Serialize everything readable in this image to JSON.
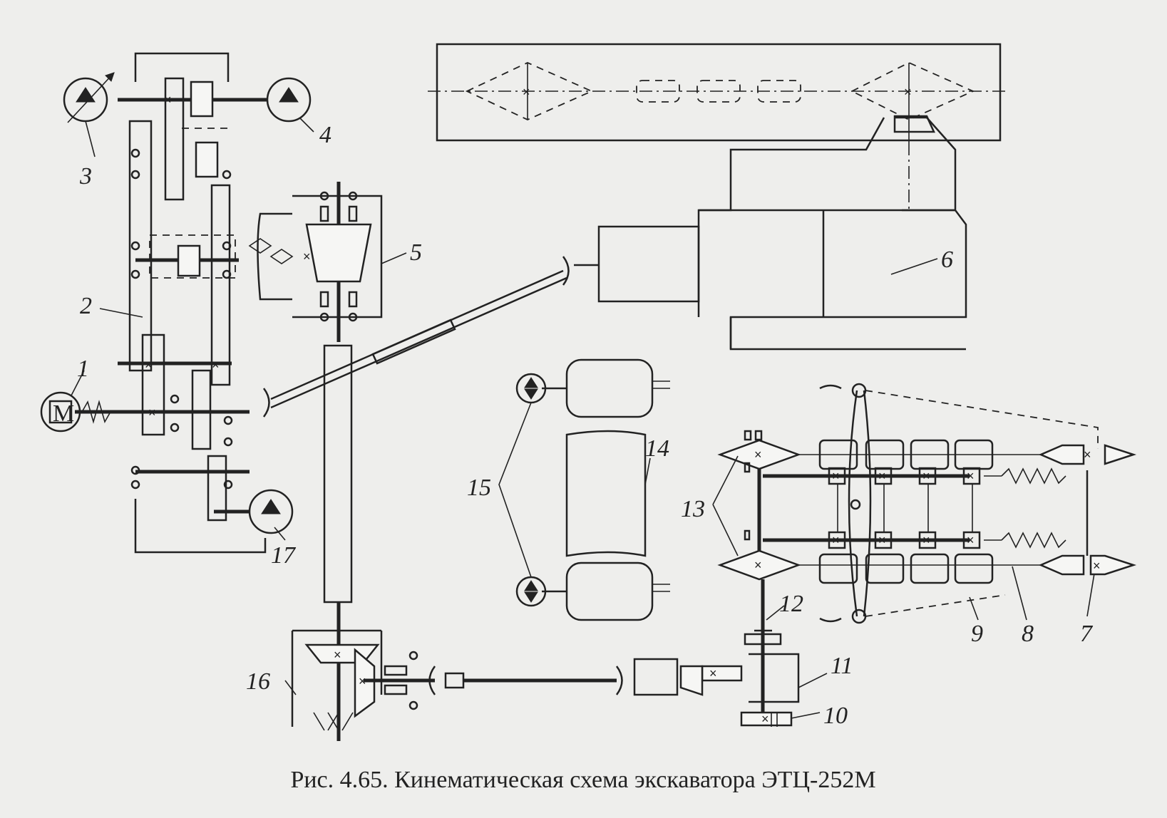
{
  "caption": "Рис. 4.65. Кинематическая схема экскаватора ЭТЦ-252М",
  "motor_symbol": "M",
  "callouts": {
    "c1": "1",
    "c2": "2",
    "c3": "3",
    "c4": "4",
    "c5": "5",
    "c6": "6",
    "c7": "7",
    "c8": "8",
    "c9": "9",
    "c10": "10",
    "c11": "11",
    "c12": "12",
    "c13": "13",
    "c14": "14",
    "c15": "15",
    "c16": "16",
    "c17": "17"
  },
  "colors": {
    "ink": "#222222",
    "paper": "#eeeeec"
  }
}
